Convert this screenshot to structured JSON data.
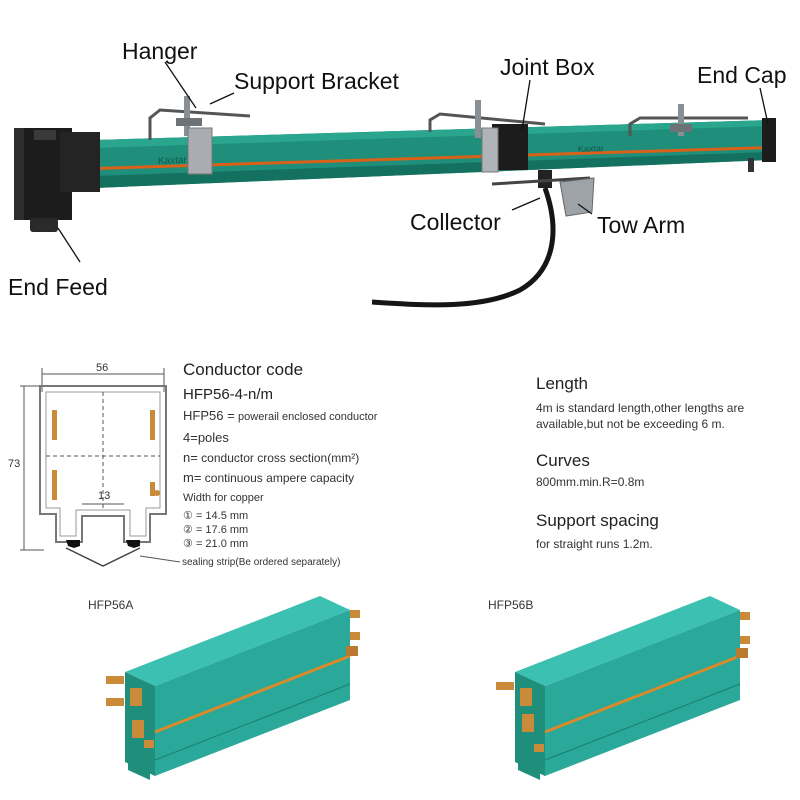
{
  "colors": {
    "rail_teal": "#1f8e7a",
    "rail_teal_dark": "#14705f",
    "stripe_orange": "#d9621a",
    "profile_teal": "#2aa89a",
    "profile_teal_light": "#3cc0b2",
    "copper": "#c98a3a",
    "housing_black": "#1c1c1c",
    "bracket_grey": "#8a8f94"
  },
  "assembly": {
    "brand_mark": "Kaxtar",
    "callouts": {
      "hanger": "Hanger",
      "support_bracket": "Support Bracket",
      "joint_box": "Joint Box",
      "end_cap": "End Cap",
      "collector": "Collector",
      "tow_arm": "Tow Arm",
      "end_feed": "End Feed"
    }
  },
  "cross_section": {
    "width_label": "56",
    "height_label": "73",
    "inner_label": "13",
    "sealing_strip": "sealing strip(Be ordered separately)"
  },
  "conductor_code": {
    "title": "Conductor code",
    "code": "HFP56-4-n/m",
    "lines": [
      {
        "key": "HFP56 =",
        "value": "powerail enclosed conductor"
      },
      {
        "key": "4=",
        "value": "poles"
      },
      {
        "key": "n=",
        "value": "conductor cross section(mm²)"
      },
      {
        "key": "m=",
        "value": "continuous ampere capacity"
      }
    ],
    "copper_title": "Width for copper",
    "copper_widths": [
      {
        "marker": "①",
        "value": "= 14.5 mm"
      },
      {
        "marker": "②",
        "value": "= 17.6 mm"
      },
      {
        "marker": "③",
        "value": "= 21.0 mm"
      }
    ]
  },
  "specs": {
    "length": {
      "title": "Length",
      "lines": [
        "4m is standard length,other lengths are",
        "available,but not be exceeding 6 m."
      ]
    },
    "curves": {
      "title": "Curves",
      "lines": [
        "800mm.min.R=0.8m"
      ]
    },
    "support_spacing": {
      "title": "Support spacing",
      "lines": [
        "for straight runs 1.2m."
      ]
    }
  },
  "models": [
    {
      "label": "HFP56A"
    },
    {
      "label": "HFP56B"
    }
  ]
}
